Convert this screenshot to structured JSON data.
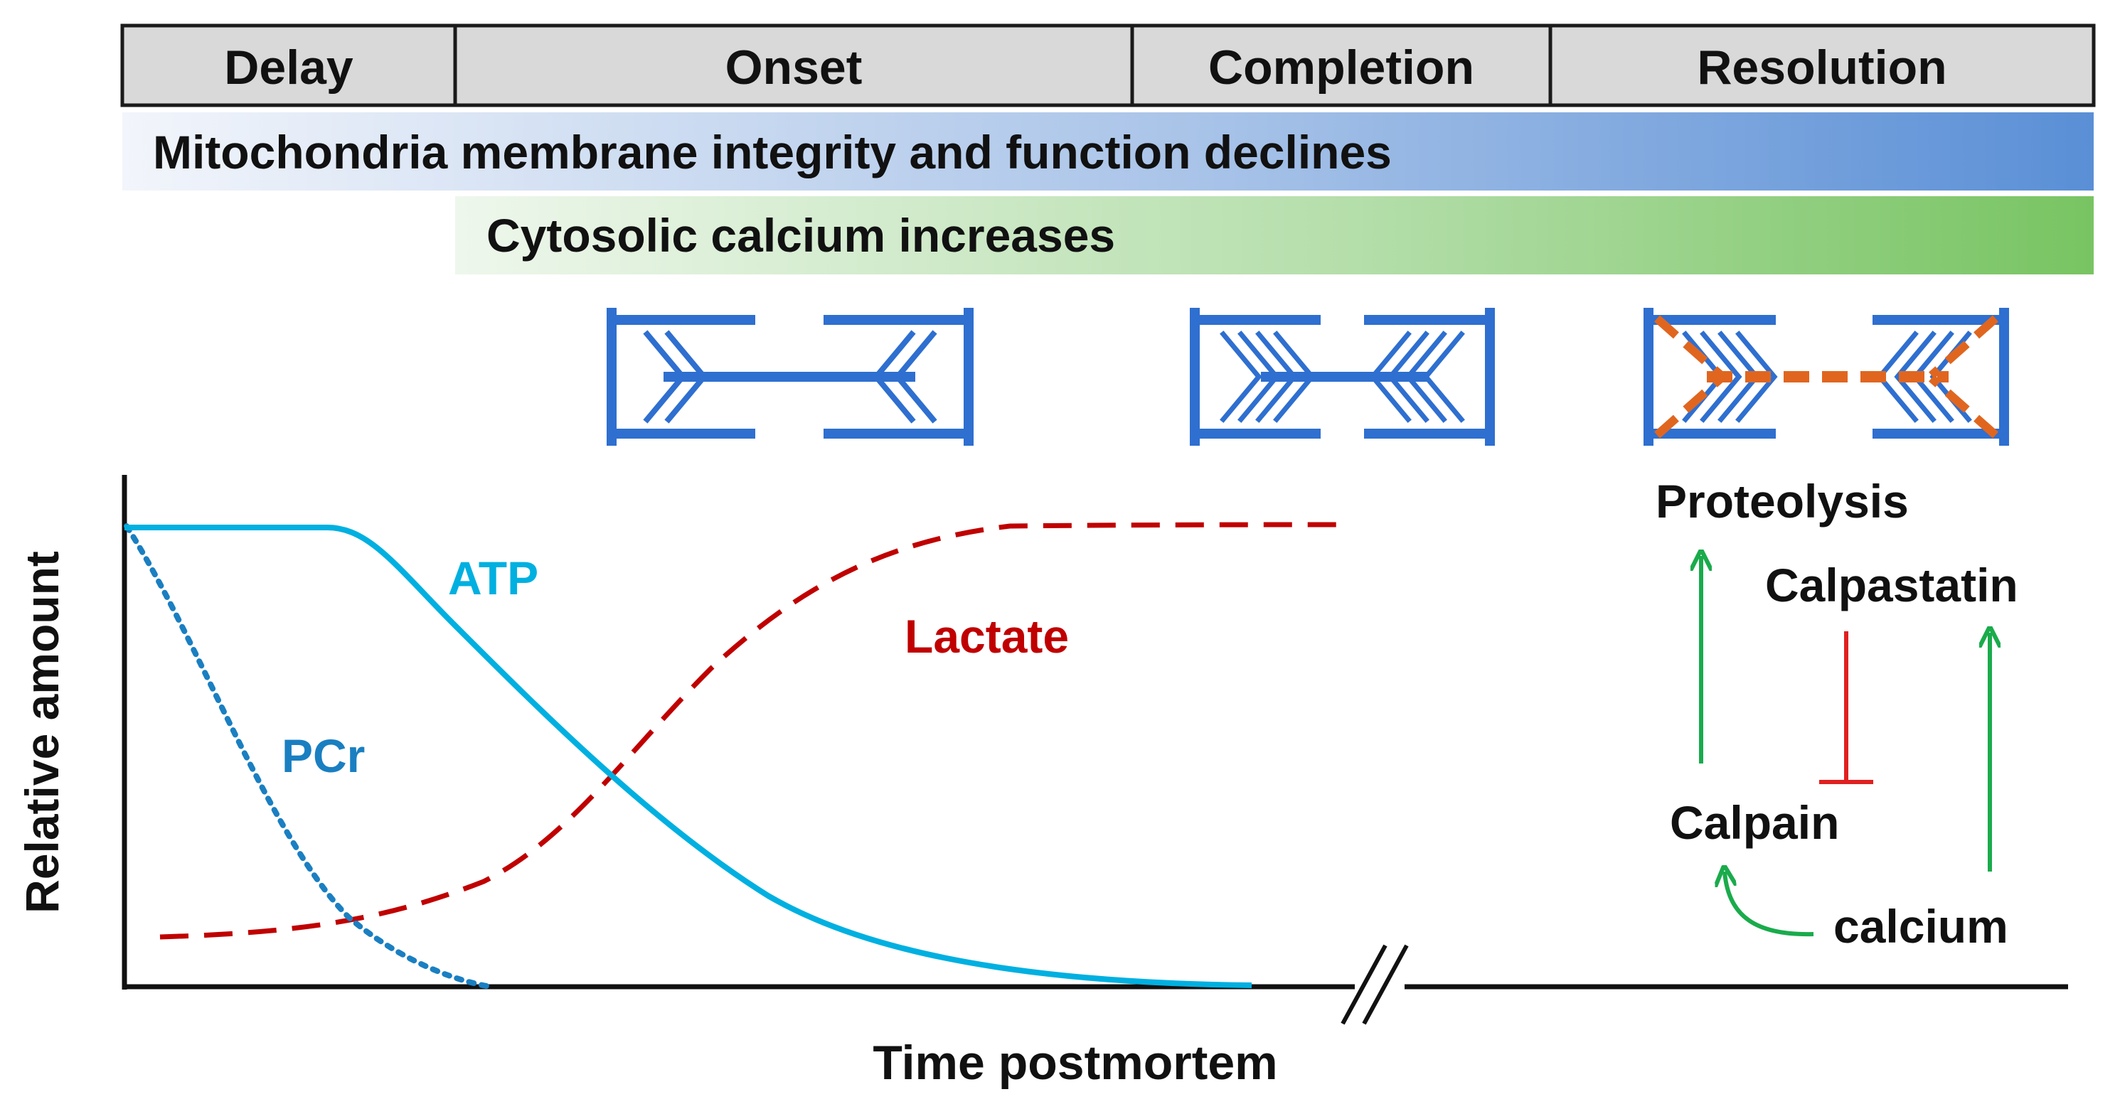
{
  "phases": [
    "Delay",
    "Onset",
    "Completion",
    "Resolution"
  ],
  "bands": {
    "mitochondria": "Mitochondria membrane integrity and function declines",
    "calcium": "Cytosolic calcium increases"
  },
  "chart": {
    "ylabel": "Relative amount",
    "xlabel": "Time postmortem",
    "atp_label": "ATP",
    "pcr_label": "PCr",
    "lactate_label": "Lactate"
  },
  "pathway": {
    "proteolysis": "Proteolysis",
    "calpastatin": "Calpastatin",
    "calpain": "Calpain",
    "calcium": "calcium"
  },
  "colors": {
    "atp": "#00b0e0",
    "pcr": "#1a7fc1",
    "lactate": "#c00000",
    "sarcomere": "#2e6fd0",
    "degraded": "#e0661f",
    "activate": "#1aab4c",
    "inhibit": "#e02020",
    "header_fill": "#d9d9d9",
    "mito_band": "#6f9ddb",
    "calcium_band": "#78c86a"
  }
}
